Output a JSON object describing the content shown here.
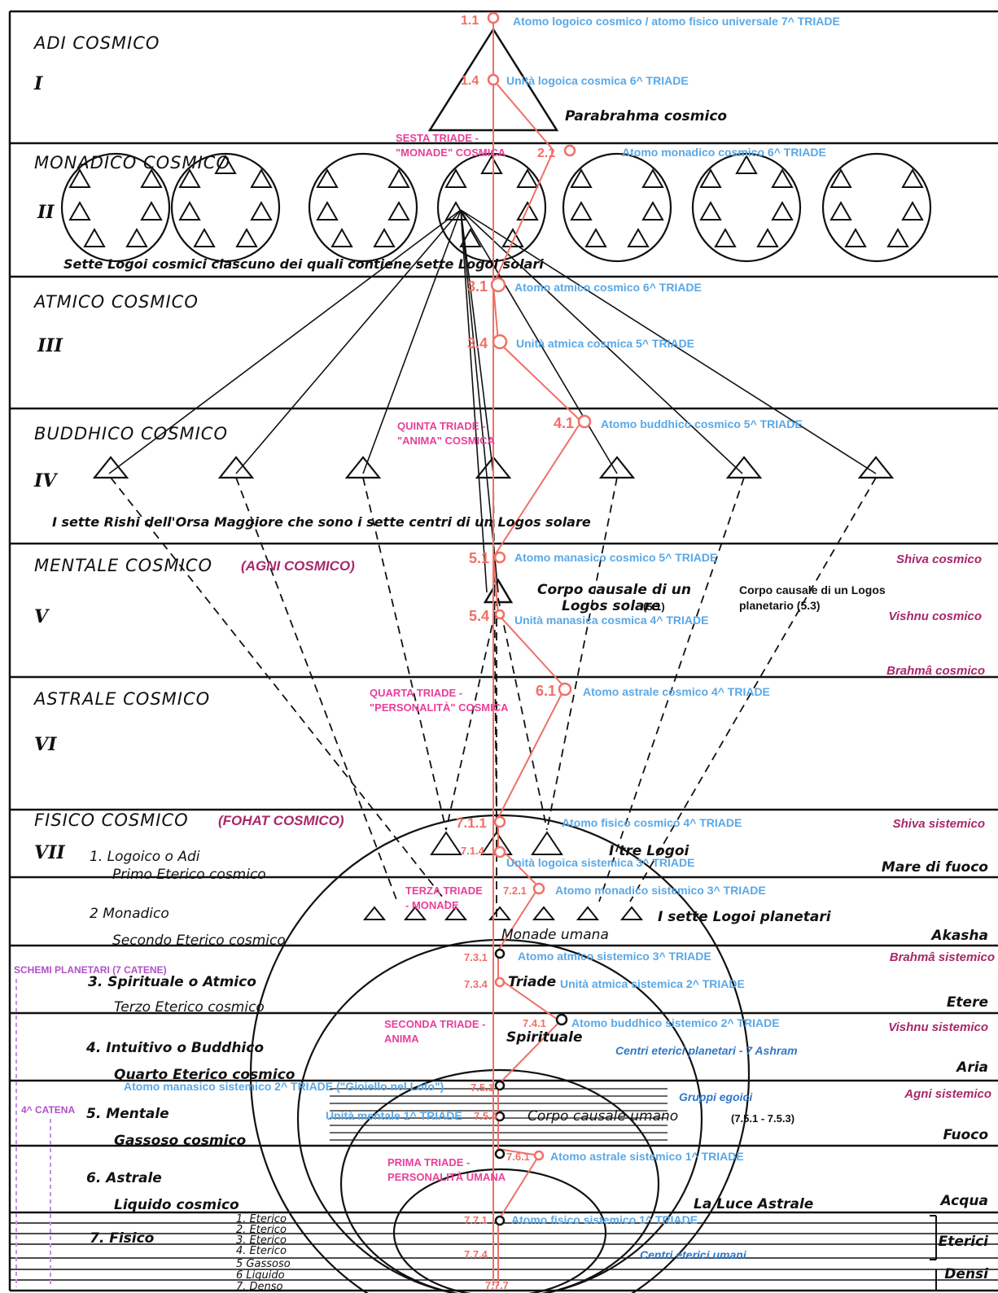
{
  "planes": [
    {
      "name": "ADI   COSMICO",
      "roman": "I"
    },
    {
      "name": "MONADICO   COSMICO",
      "roman": "II"
    },
    {
      "name": "ATMICO   COSMICO",
      "roman": "III"
    },
    {
      "name": "BUDDHICO    COSMICO",
      "roman": "IV"
    },
    {
      "name": "MENTALE  COSMICO",
      "roman": "V",
      "extra": "(AGNI COSMICO)"
    },
    {
      "name": "ASTRALE    COSMICO",
      "roman": "VI"
    },
    {
      "name": "FISICO    COSMICO",
      "roman": "VII",
      "extra": "(FOHAT COSMICO)"
    }
  ],
  "texts": {
    "parabrahma": "Parabrahma   cosmico",
    "sette_logoi": "Sette   Logoi   cosmici   ciascuno   dei   quali   contiene   sette   Logoi   solari",
    "rishi": "I     sette     Rishi  dell'Orsa  Maggiore     che   sono   i    sette    centri   di  un   Logos  solare",
    "corpo_causale_solare_1": "Corpo   causale  di  un",
    "corpo_causale_solare_2": "Logos   solare",
    "corpo_causale_solare_num": "(5.1)",
    "corpo_causale_planetario_1": "Corpo causale di un Logos",
    "corpo_causale_planetario_2": "planetario (5.3)",
    "tre_logoi": "I   tre   Logoi",
    "sette_logoi_planetari": "I   sette   Logoi   planetari",
    "monade_umana": "Monade   umana",
    "triade": "Triade",
    "spirituale": "Spirituale",
    "corpo_causale_umano": "Corpo      causale    umano",
    "corpo_causale_umano_num": "(7.5.1 - 7.5.3)",
    "luce_astrale": "La    Luce    Astrale"
  },
  "subplanes": [
    {
      "l1": "1.  Logoico  o  Adi",
      "l2": "Primo  Eterico  cosmico"
    },
    {
      "l1": "2   Monadico",
      "l2": "Secondo  Eterico  cosmico"
    },
    {
      "l1": "3.  Spirituale   o    Atmico",
      "l2": "Terzo   Eterico  cosmico"
    },
    {
      "l1": "4.  Intuitivo  o  Buddhico",
      "l2": "Quarto  Eterico  cosmico"
    },
    {
      "l1": "5.  Mentale",
      "l2": "Gassoso   cosmico"
    },
    {
      "l1": "6.  Astrale",
      "l2": "Liquido    cosmico"
    },
    {
      "l1": "7.  Fisico",
      "l2": ""
    }
  ],
  "physical_subplanes": [
    "1. Eterico",
    "2. Eterico",
    "3. Eterico",
    "4. Eterico",
    "5 Gassoso",
    "6  Liquido",
    "7. Denso"
  ],
  "right_elements": [
    "Mare   di   fuoco",
    "Akasha",
    "Etere",
    "Aria",
    "Fuoco",
    "Acqua",
    "Eterici",
    "Densi"
  ],
  "maroon_labels": [
    "Shiva cosmico",
    "Vishnu cosmico",
    "Brahmâ cosmico",
    "Shiva sistemico",
    "Brahmâ sistemico",
    "Vishnu sistemico",
    "Agni sistemico"
  ],
  "pink_labels": [
    "SESTA TRIADE -",
    "\"MONADE\" COSMICA",
    "QUINTA TRIADE -",
    "\"ANIMA\" COSMICA",
    "QUARTA TRIADE -",
    "\"PERSONALITÀ\" COSMICA",
    "TERZA TRIADE",
    "- MONADE",
    "SECONDA TRIADE -",
    "ANIMA",
    "PRIMA TRIADE -",
    "PERSONALITÀ UMANA"
  ],
  "purple_labels": [
    "SCHEMI PLANETARI (7 CATENE)",
    "4^ CATENA"
  ],
  "nodes": [
    {
      "num": "1.1",
      "label": "Atomo logoico cosmico / atomo fisico universale 7^ TRIADE"
    },
    {
      "num": "1.4",
      "label": "Unità logoica cosmica 6^ TRIADE"
    },
    {
      "num": "2.1",
      "label": "Atomo monadico cosmico 6^ TRIADE"
    },
    {
      "num": "3.1",
      "label": "Atomo atmico cosmico 6^ TRIADE"
    },
    {
      "num": "3.4",
      "label": "Unità atmica cosmica 5^ TRIADE"
    },
    {
      "num": "4.1",
      "label": "Atomo buddhico cosmico 5^ TRIADE"
    },
    {
      "num": "5.1",
      "label": "Atomo manasico cosmico 5^ TRIADE"
    },
    {
      "num": "5.4",
      "label": "Unità manasica cosmica 4^ TRIADE"
    },
    {
      "num": "6.1",
      "label": "Atomo astrale cosmico 4^ TRIADE"
    },
    {
      "num": "7.1.1",
      "label": "Atomo fisico cosmico 4^ TRIADE"
    },
    {
      "num": "7.1.4",
      "label": "Unità logoica sistemica 3^ TRIADE"
    },
    {
      "num": "7.2.1",
      "label": "Atomo monadico sistemico 3^ TRIADE"
    },
    {
      "num": "7.3.1",
      "label": "Atomo atmico sistemico 3^ TRIADE"
    },
    {
      "num": "7.3.4",
      "label": "Unità atmica sistemica 2^ TRIADE"
    },
    {
      "num": "7.4.1",
      "label": "Atomo buddhico sistemico 2^ TRIADE"
    },
    {
      "num": "7.5.1",
      "label": "Atomo manasico sistemico 2^ TRIADE (\"Gioiello nel Loto\")"
    },
    {
      "num": "7.5.4",
      "label": "Unità mentale 1^ TRIADE"
    },
    {
      "num": "7.6.1",
      "label": "Atomo astrale sistemico 1^ TRIADE"
    },
    {
      "num": "7.7.1",
      "label": "Atomo fisico sistemico 1^ TRIADE"
    },
    {
      "num": "7.7.4",
      "label": ""
    },
    {
      "num": "7.7.7",
      "label": ""
    }
  ],
  "blue_italic": [
    "Centri eterici planetari - 7 Ashram",
    "Gruppi egoici",
    "Centri eterici umani"
  ],
  "colors": {
    "salmon": "#f07066",
    "blue": "#5aa8e6",
    "pink": "#e8409a",
    "maroon": "#a8286a",
    "purple": "#b050c8"
  }
}
